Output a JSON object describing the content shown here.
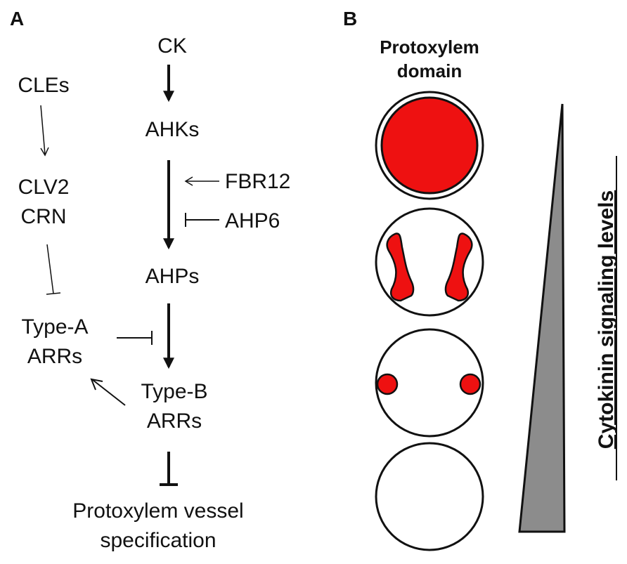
{
  "panels": {
    "a": "A",
    "b": "B"
  },
  "pathway": {
    "ck": "CK",
    "ahks": "AHKs",
    "fbr12": "FBR12",
    "ahp6": "AHP6",
    "ahps": "AHPs",
    "type_b_line1": "Type-B",
    "type_b_line2": "ARRs",
    "outcome_line1": "Protoxylem vessel",
    "outcome_line2": "specification"
  },
  "side_pathway": {
    "cles": "CLEs",
    "clv2": "CLV2",
    "crn": "CRN",
    "type_a_line1": "Type-A",
    "type_a_line2": "ARRs"
  },
  "panel_b": {
    "header_line1": "Protoxylem",
    "header_line2": "domain",
    "axis_label": "Cytokinin signaling levels"
  },
  "colors": {
    "domain_fill": "#ee1111",
    "gradient_fill": "#8c8c8c",
    "ink": "#111111"
  }
}
